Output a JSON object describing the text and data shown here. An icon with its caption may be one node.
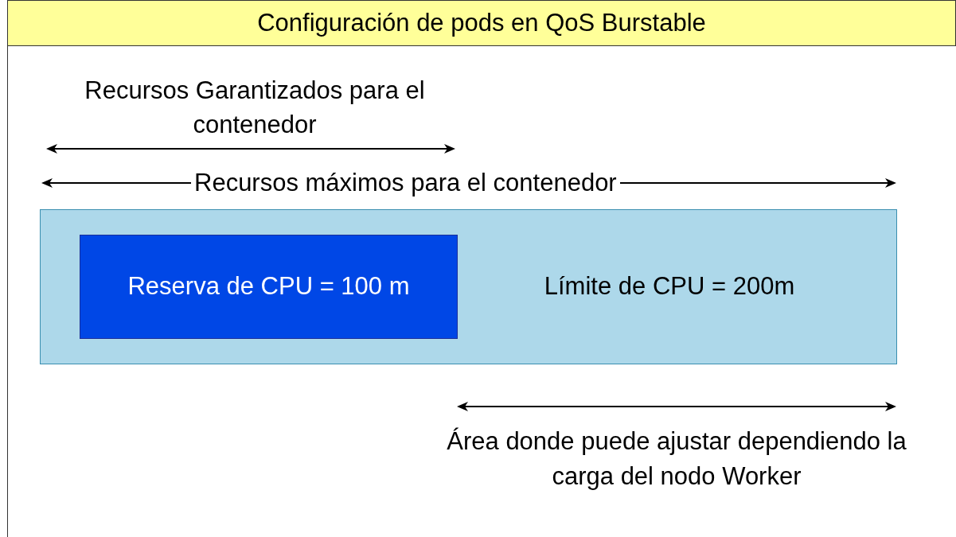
{
  "diagram": {
    "title": "Configuración de pods en QoS Burstable",
    "nodes": [
      {
        "text": [
          "Límite de CPU = 200m"
        ]
      },
      {
        "text": [
          "Reserva de CPU = 100 m"
        ],
        "in": 0
      }
    ],
    "labels": [
      "Recursos Garantizados para el contenedor",
      "Recursos máximos para el contenedor",
      "Área donde puede ajustar dependiendo la carga del nodo Worker"
    ]
  }
}
